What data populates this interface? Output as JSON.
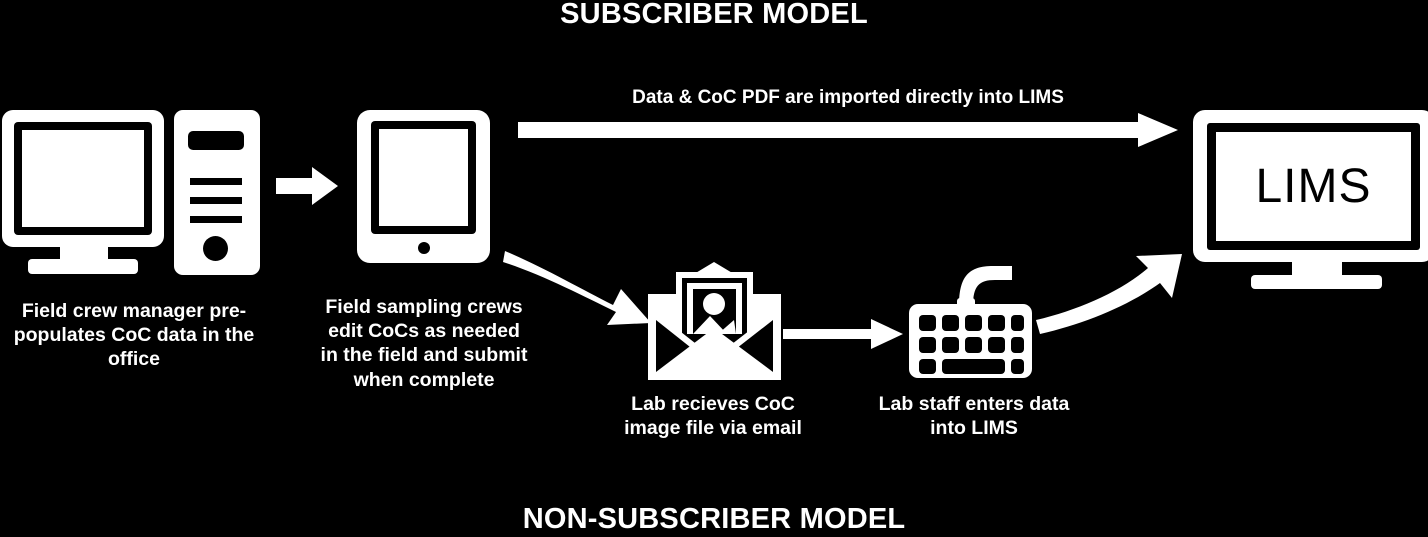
{
  "titles": {
    "top": "SUBSCRIBER MODEL",
    "bottom": "NON-SUBSCRIBER MODEL"
  },
  "flow_label": "Data & CoC PDF are imported directly into LIMS",
  "nodes": {
    "desktop": {
      "icon": "desktop-computer-icon",
      "caption": "Field crew manager pre-populates CoC data in the office"
    },
    "tablet": {
      "icon": "tablet-icon",
      "caption": "Field sampling crews edit CoCs as needed in the field and submit when complete"
    },
    "envelope": {
      "icon": "envelope-with-photo-icon",
      "caption": "Lab recieves CoC image file via email"
    },
    "keyboard": {
      "icon": "keyboard-icon",
      "caption": "Lab staff enters data into LIMS"
    },
    "lims": {
      "icon": "widescreen-monitor-icon",
      "screen_text": "LIMS"
    }
  },
  "arrows": {
    "desktop_to_tablet": "block-arrow-right-icon",
    "tablet_to_lims": "long-arrow-right-icon",
    "tablet_to_envelope": "curved-arrow-down-right-icon",
    "envelope_to_keyboard": "arrow-right-icon",
    "keyboard_to_lims": "curved-arrow-up-right-icon"
  },
  "colors": {
    "background": "#000000",
    "foreground": "#ffffff"
  }
}
